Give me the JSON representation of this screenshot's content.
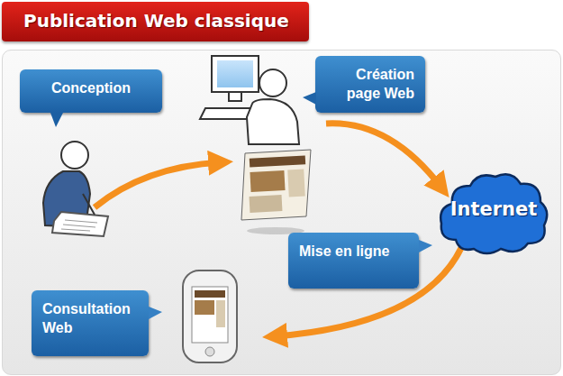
{
  "diagram": {
    "title": "Publication Web classique",
    "nodes": [
      {
        "text": [
          "Conception"
        ]
      },
      {
        "text": [
          "Création page Web"
        ]
      },
      {
        "text": [
          "Internet"
        ]
      },
      {
        "text": [
          "Mise en ligne"
        ]
      },
      {
        "text": [
          "Consultation Web"
        ]
      }
    ],
    "edges": [
      {
        "from": 1,
        "to": 2,
        "arrow": "to"
      }
    ]
  }
}
